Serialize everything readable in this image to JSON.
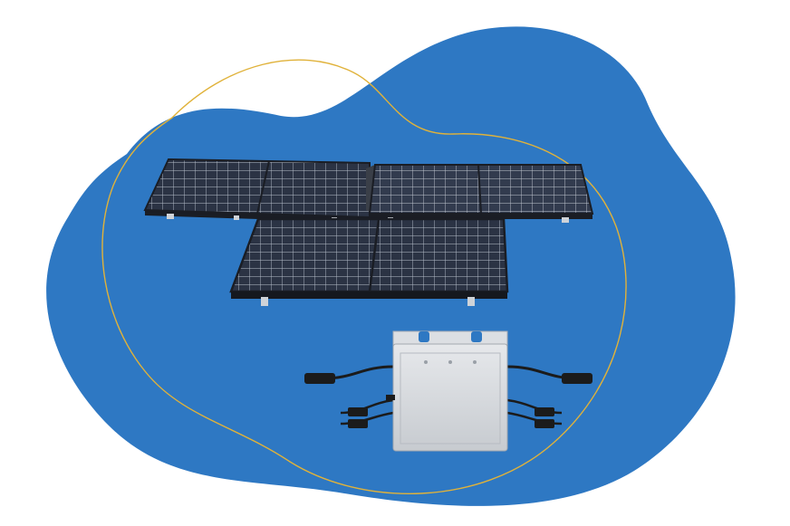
{
  "colors": {
    "background": "#ffffff",
    "blob": "#2e78c3",
    "outline": "#e0b23a",
    "panel_cell": "#2b3344",
    "panel_grid": "#b9c0cc",
    "panel_frame": "#1a1d24",
    "inverter_body": "#d4d7db",
    "cable": "#1b1b1b"
  },
  "scene": {
    "panels": [
      {
        "name": "solar-panel-left"
      },
      {
        "name": "solar-panel-right"
      },
      {
        "name": "solar-panel-front"
      }
    ],
    "inverter": {
      "name": "micro-inverter"
    }
  }
}
